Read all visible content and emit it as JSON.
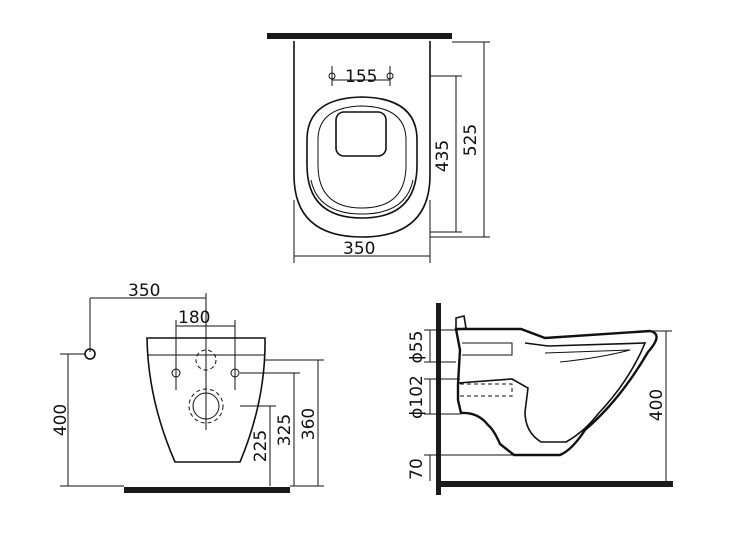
{
  "top_view": {
    "dim_holes": "155",
    "dim_length_inner": "435",
    "dim_length_outer": "525",
    "dim_width": "350"
  },
  "front_view": {
    "dim_offset": "350",
    "dim_holes": "180",
    "dim_height": "400",
    "dim_225": "225",
    "dim_325": "325",
    "dim_360": "360"
  },
  "side_view": {
    "dim_inlet": "ϕ55",
    "dim_outlet": "ϕ102",
    "dim_floor": "70",
    "dim_rim_height": "400"
  }
}
